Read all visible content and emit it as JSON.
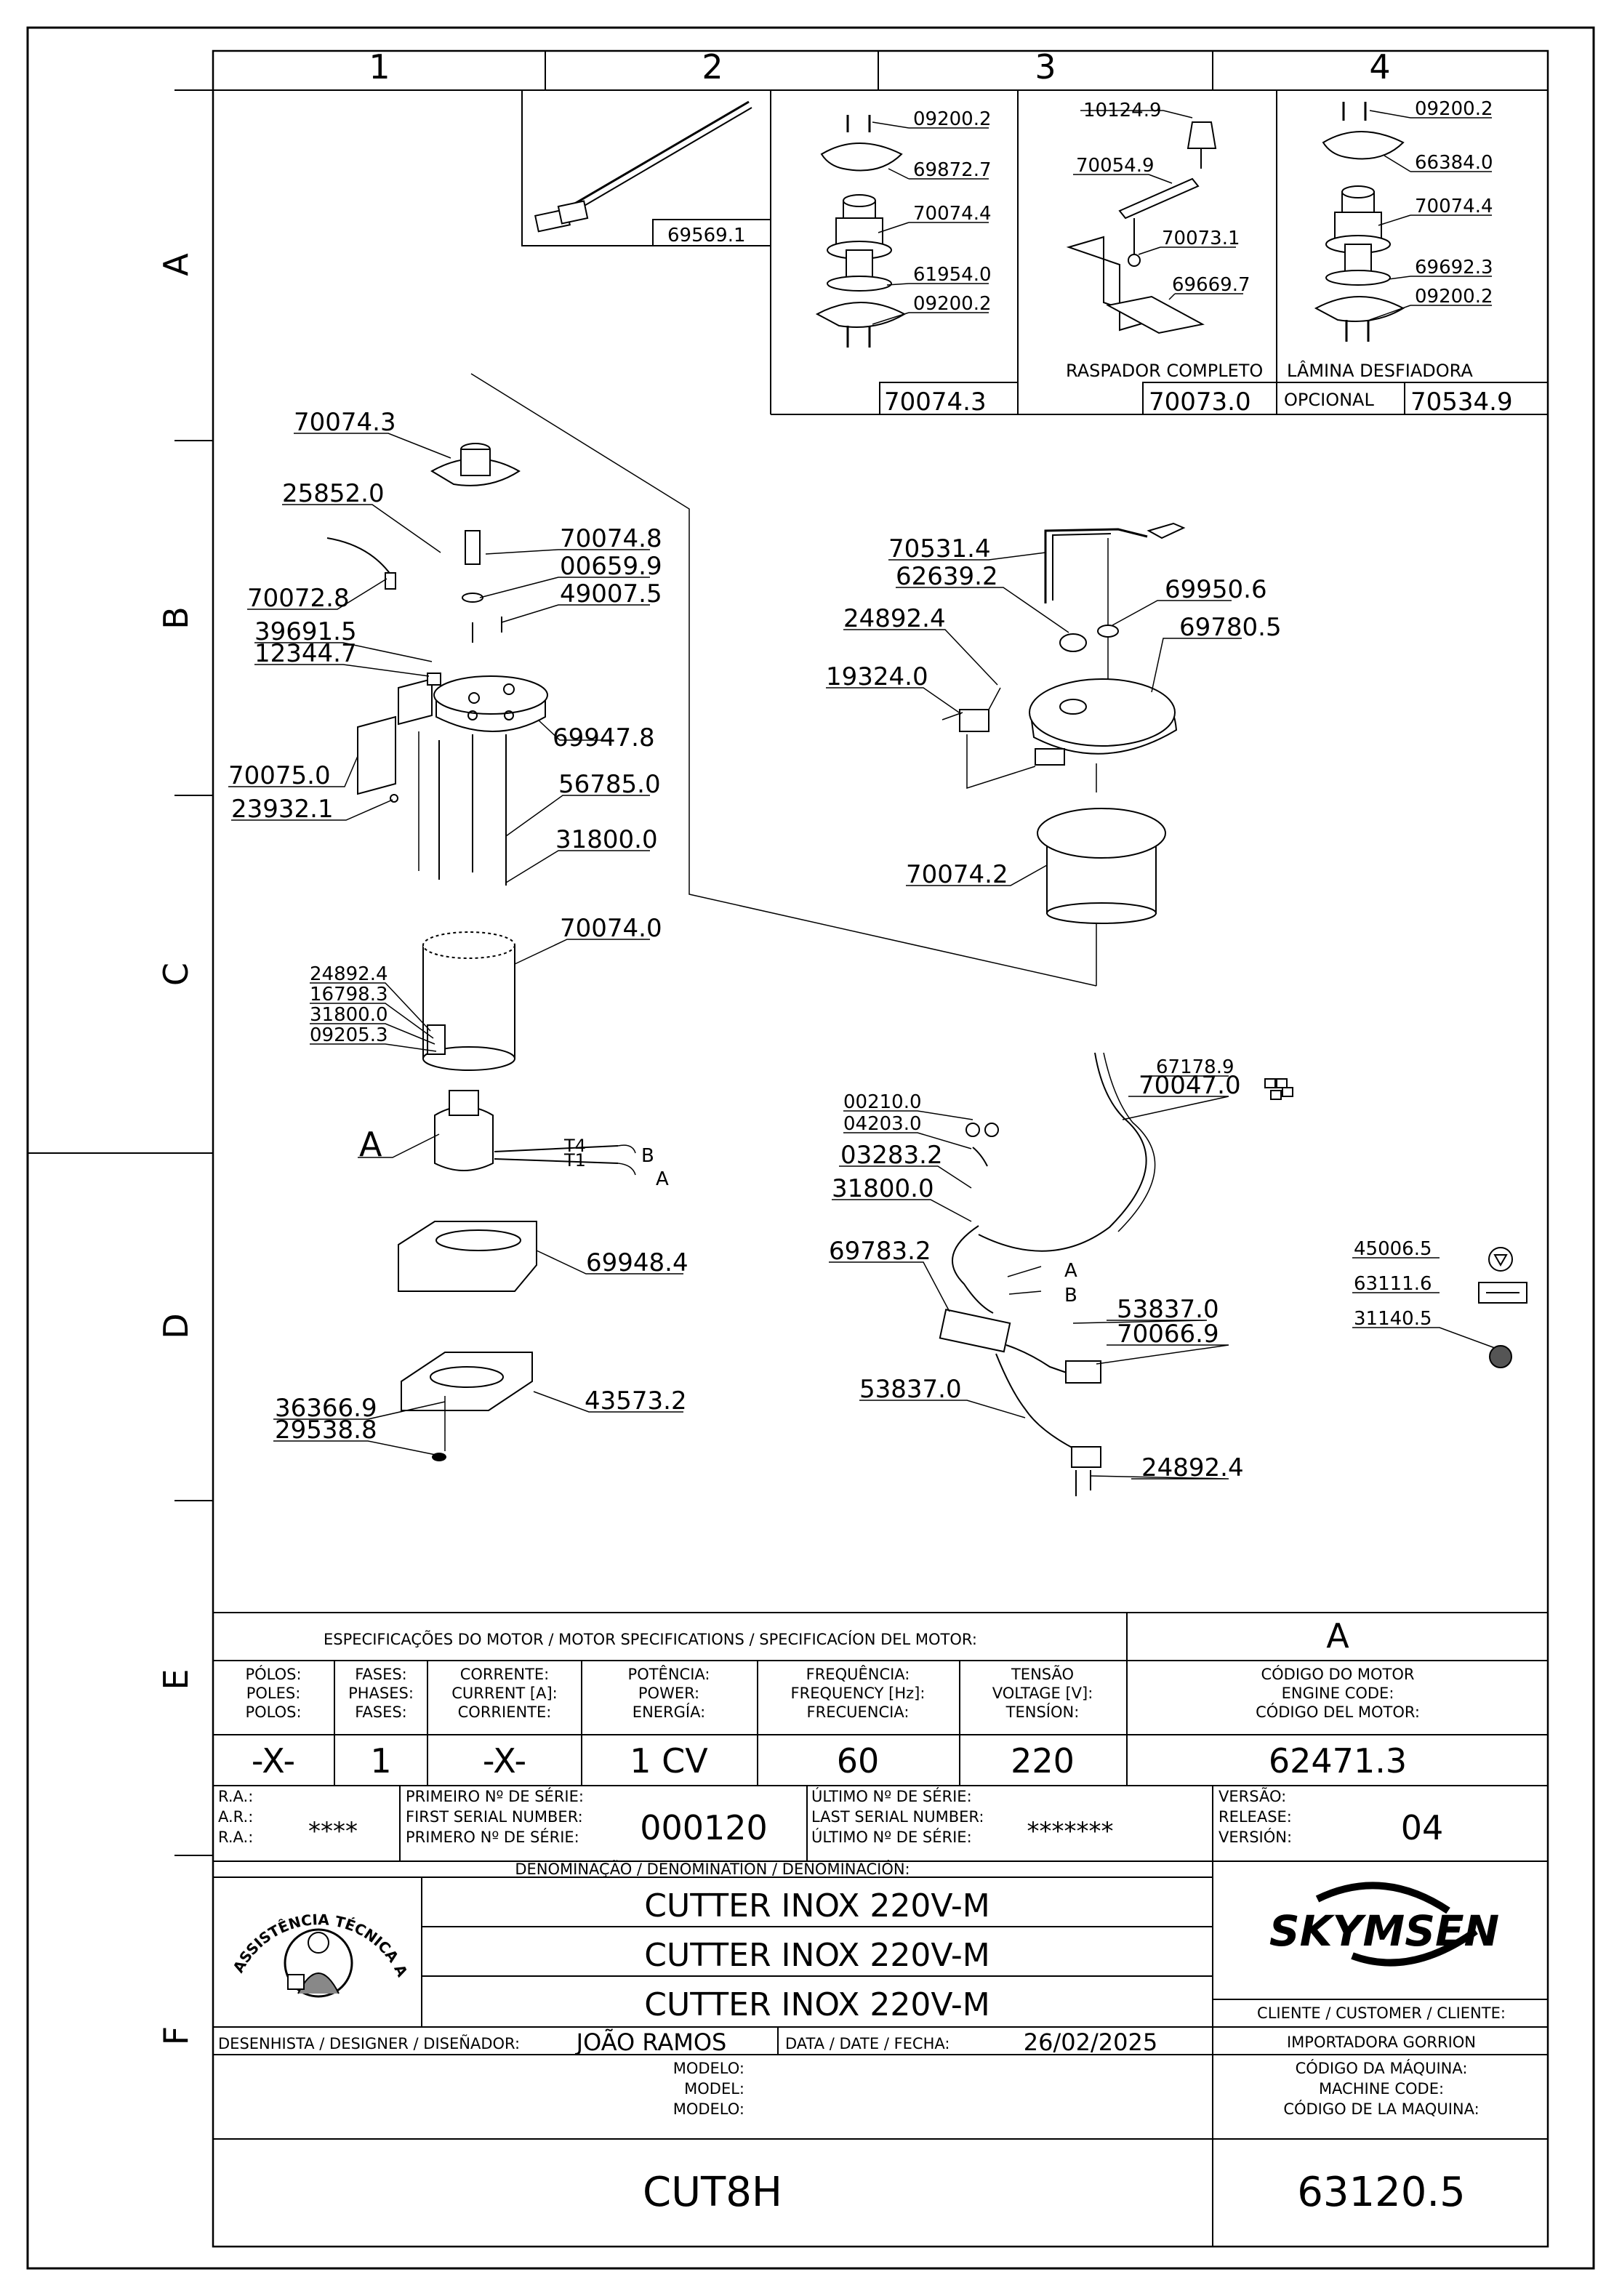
{
  "zones": {
    "columns": [
      "1",
      "2",
      "3",
      "4"
    ],
    "rows": [
      "A",
      "B",
      "C",
      "D",
      "E",
      "F"
    ]
  },
  "kits": {
    "cable": {
      "code": "69569.1"
    },
    "kit1": {
      "parts": [
        "09200.2",
        "69872.7",
        "70074.4",
        "61954.0",
        "09200.2"
      ],
      "code": "70074.3"
    },
    "kit2": {
      "parts": [
        "10124.9",
        "70054.9",
        "70073.1",
        "69669.7"
      ],
      "caption": "RASPADOR COMPLETO",
      "code": "70073.0"
    },
    "kit3": {
      "parts": [
        "09200.2",
        "66384.0",
        "70074.4",
        "69692.3",
        "09200.2"
      ],
      "caption": "LÂMINA DESFIADORA",
      "opcional": "OPCIONAL",
      "code": "70534.9"
    }
  },
  "parts_left": [
    {
      "id": "70074.3"
    },
    {
      "id": "25852.0"
    },
    {
      "id": "70074.8"
    },
    {
      "id": "00659.9"
    },
    {
      "id": "49007.5"
    },
    {
      "id": "70072.8"
    },
    {
      "id": "39691.5"
    },
    {
      "id": "12344.7"
    },
    {
      "id": "69947.8"
    },
    {
      "id": "70075.0"
    },
    {
      "id": "23932.1"
    },
    {
      "id": "56785.0"
    },
    {
      "id": "31800.0"
    },
    {
      "id": "70074.0"
    },
    {
      "id": "24892.4"
    },
    {
      "id": "16798.3"
    },
    {
      "id": "31800.0"
    },
    {
      "id": "09205.3"
    },
    {
      "id": "69948.4"
    },
    {
      "id": "36366.9"
    },
    {
      "id": "29538.8"
    },
    {
      "id": "43573.2"
    }
  ],
  "motor_labels": {
    "motor": "A",
    "t4": "T4",
    "t1": "T1",
    "b": "B",
    "a": "A"
  },
  "parts_right": [
    {
      "id": "70531.4"
    },
    {
      "id": "62639.2"
    },
    {
      "id": "69950.6"
    },
    {
      "id": "24892.4"
    },
    {
      "id": "69780.5"
    },
    {
      "id": "19324.0"
    },
    {
      "id": "70074.2"
    }
  ],
  "parts_elec": [
    {
      "id": "67178.9"
    },
    {
      "id": "70047.0"
    },
    {
      "id": "00210.0"
    },
    {
      "id": "04203.0"
    },
    {
      "id": "03283.2"
    },
    {
      "id": "31800.0"
    },
    {
      "id": "69783.2"
    },
    {
      "id": "53837.0"
    },
    {
      "id": "70066.9"
    },
    {
      "id": "53837.0"
    },
    {
      "id": "24892.4"
    }
  ],
  "elec_labels": {
    "a": "A",
    "b": "B"
  },
  "parts_symbols": [
    {
      "id": "45006.5"
    },
    {
      "id": "63111.6"
    },
    {
      "id": "31140.5"
    }
  ],
  "motor_spec": {
    "title": "ESPECIFICAÇÕES DO MOTOR / MOTOR SPECIFICATIONS / SPECIFICACÍON DEL MOTOR:",
    "ref": "A",
    "columns": [
      {
        "h": [
          "PÓLOS:",
          "POLES:",
          "POLOS:"
        ],
        "value": "-X-"
      },
      {
        "h": [
          "FASES:",
          "PHASES:",
          "FASES:"
        ],
        "value": "1"
      },
      {
        "h": [
          "CORRENTE:",
          "CURRENT [A]:",
          "CORRIENTE:"
        ],
        "value": "-X-"
      },
      {
        "h": [
          "POTÊNCIA:",
          "POWER:",
          "ENERGÍA:"
        ],
        "value": "1 CV"
      },
      {
        "h": [
          "FREQUÊNCIA:",
          "FREQUENCY [Hz]:",
          "FRECUENCIA:"
        ],
        "value": "60"
      },
      {
        "h": [
          "TENSÃO",
          "VOLTAGE [V]:",
          "TENSÍON:"
        ],
        "value": "220"
      }
    ],
    "engine": {
      "h": [
        "CÓDIGO DO MOTOR",
        "ENGINE CODE:",
        "CÓDIGO DEL MOTOR:"
      ],
      "value": "62471.3"
    }
  },
  "serials": {
    "ra": [
      "R.A.:",
      "A.R.:",
      "R.A.:"
    ],
    "ra_value": "****",
    "first": [
      "PRIMEIRO Nº DE SÉRIE:",
      "FIRST SERIAL NUMBER:",
      "PRIMERO Nº DE SÉRIE:"
    ],
    "first_value": "000120",
    "last": [
      "ÚLTIMO Nº DE SÉRIE:",
      "LAST SERIAL NUMBER:",
      "ÚLTIMO Nº DE SÉRIE:"
    ],
    "last_value": "*******",
    "version": [
      "VERSÃO:",
      "RELEASE:",
      "VERSIÓN:"
    ],
    "version_value": "04"
  },
  "denomination": {
    "title": "DENOMINAÇÃO / DENOMINATION / DENOMINACIÓN:",
    "lines": [
      "CUTTER INOX 220V-M",
      "CUTTER INOX 220V-M",
      "CUTTER INOX 220V-M"
    ],
    "logo_text": "ASSISTÊNCIA TÉCNICA AUTORIZADA",
    "brand": "SKYMSEN"
  },
  "client": {
    "label": "CLIENTE / CUSTOMER / CLIENTE:",
    "value": "IMPORTADORA GORRION"
  },
  "designer": {
    "label": "DESENHISTA / DESIGNER / DISEÑADOR:",
    "value": "JOÃO RAMOS"
  },
  "date": {
    "label": "DATA / DATE / FECHA:",
    "value": "26/02/2025"
  },
  "model": {
    "label": [
      "MODELO:",
      "MODEL:",
      "MODELO:"
    ],
    "value": "CUT8H"
  },
  "machine_code": {
    "label": [
      "CÓDIGO DA MÁQUINA:",
      "MACHINE CODE:",
      "CÓDIGO DE LA MAQUINA:"
    ],
    "value": "63120.5"
  }
}
